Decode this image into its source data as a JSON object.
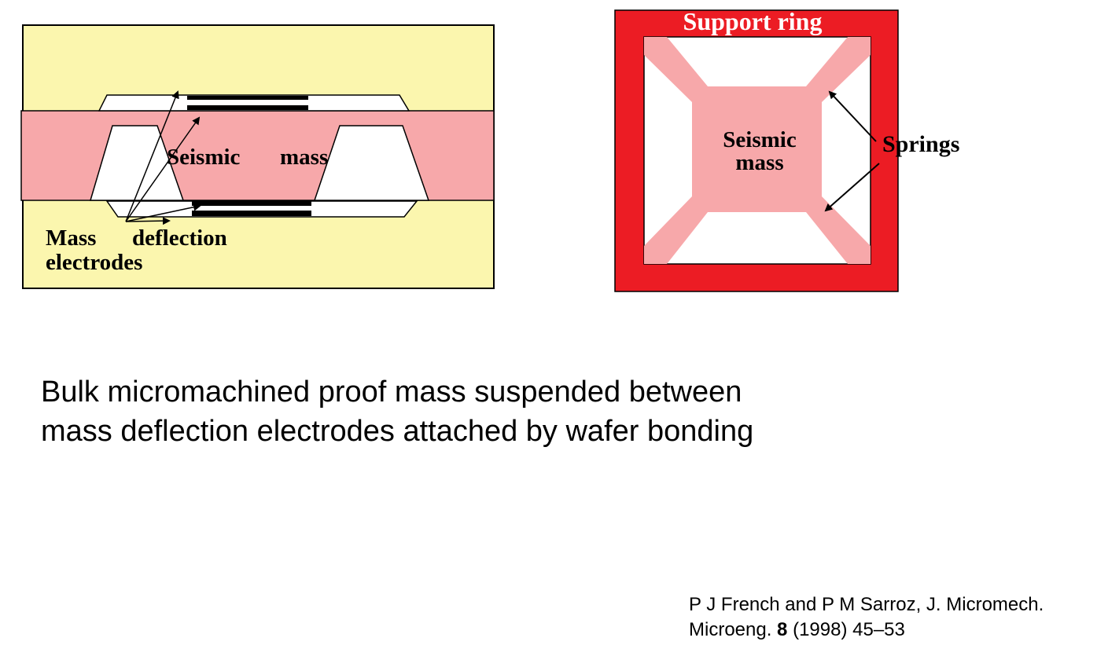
{
  "left_diagram": {
    "label_seismic": "Seismic",
    "label_mass": "mass",
    "label_mass_electrodes_1": "Mass",
    "label_deflection": "deflection",
    "label_electrodes": "electrodes"
  },
  "right_diagram": {
    "label_support_ring": "Support ring",
    "label_seismic": "Seismic",
    "label_mass": "mass",
    "label_springs": "Springs"
  },
  "caption": {
    "line1": "Bulk micromachined proof mass suspended between",
    "line2": "mass deflection electrodes attached by wafer bonding"
  },
  "citation": {
    "line1": "P J French and P M Sarroz, J. Micromech.",
    "line2_prefix": "Microeng. ",
    "line2_volume": "8",
    "line2_suffix": " (1998) 45–53"
  },
  "colors": {
    "wafer_yellow": "#fbf6ae",
    "mass_pink": "#f7a8aa",
    "ring_red": "#ec1c24",
    "electrode_black": "#000000"
  }
}
